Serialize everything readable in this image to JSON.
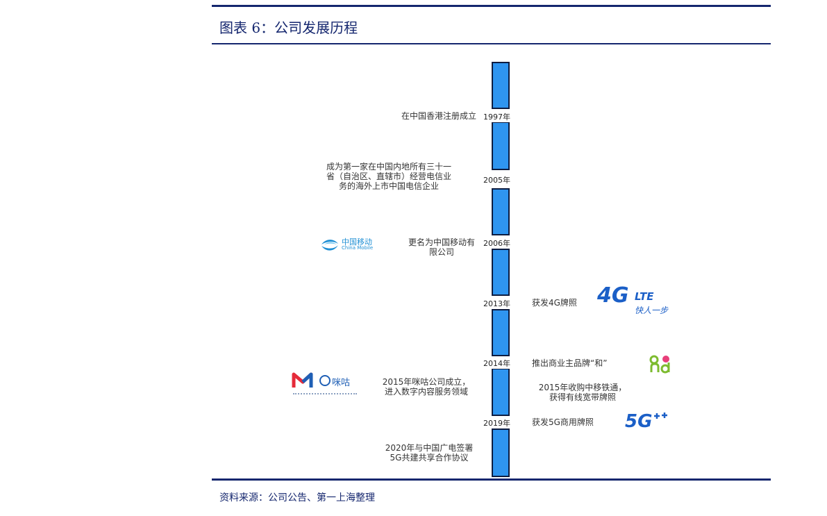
{
  "header": {
    "title": "图表 6：公司发展历程"
  },
  "footer": {
    "source": "资料来源：公司公告、第一上海整理"
  },
  "timeline": {
    "years": [
      "1997年",
      "2005年",
      "2006年",
      "2013年",
      "2014年",
      "2019年"
    ],
    "events": [
      "在中国香港注册成立",
      "成为第一家在中国内地所有三十一\n省（自治区、直辖市）经营电信业\n务的海外上市中国电信企业",
      "更名为中国移动有\n限公司",
      "获发4G牌照",
      "推出商业主品牌“和”",
      "2015年咪咕公司成立，\n进入数字内容服务领域",
      "2015年收购中移铁通，\n获得有线宽带牌照",
      "获发5G商用牌照",
      "2020年与中国广电签署\n5G共建共享合作协议"
    ]
  },
  "logos": {
    "china_mobile": {
      "cn": "中国移动",
      "en": "China Mobile",
      "color": "#1f8fd4"
    },
    "fourg": {
      "main": "4G",
      "sub": "LTE",
      "slogan": "快人一步",
      "color": "#1b5fc7"
    },
    "he": {
      "text": "and",
      "color_pink": "#e83f7a",
      "color_green": "#7dbb2f"
    },
    "migu": {
      "text": "咪咕",
      "color_red": "#e52b3a",
      "color_blue": "#1f5fb5"
    },
    "fiveg": {
      "text": "5G",
      "color": "#1b5fc7"
    }
  }
}
